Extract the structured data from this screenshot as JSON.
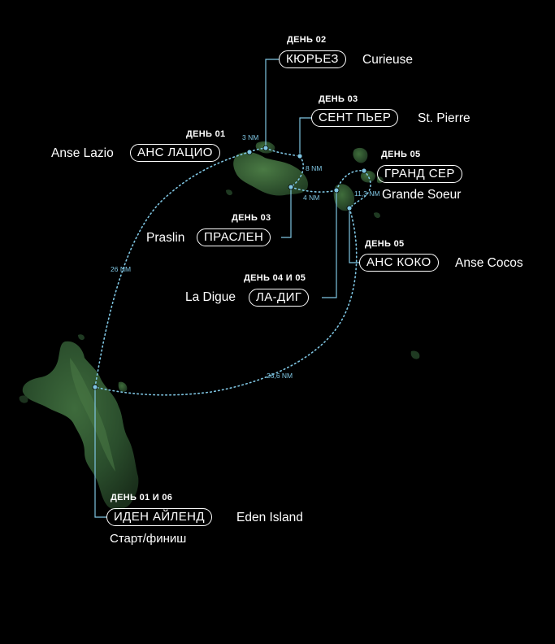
{
  "colors": {
    "background": "#000000",
    "route": "#7fc6e3",
    "pill_border": "#ffffff",
    "text": "#ffffff",
    "island_green": "#2f5a35"
  },
  "stops": {
    "anse_lazio": {
      "day": "ДЕНЬ 01",
      "name_ru": "АНС ЛАЦИО",
      "name_en": "Anse Lazio"
    },
    "curieuse": {
      "day": "ДЕНЬ 02",
      "name_ru": "КЮРЬЕЗ",
      "name_en": "Curieuse"
    },
    "st_pierre": {
      "day": "ДЕНЬ 03",
      "name_ru": "СЕНТ ПЬЕР",
      "name_en": "St. Pierre"
    },
    "praslin": {
      "day": "ДЕНЬ 03",
      "name_ru": "ПРАСЛЕН",
      "name_en": "Praslin"
    },
    "grande_soeur": {
      "day": "ДЕНЬ 05",
      "name_ru": "ГРАНД СЕР",
      "name_en": "Grande Soeur"
    },
    "anse_cocos": {
      "day": "ДЕНЬ 05",
      "name_ru": "АНС КОКО",
      "name_en": "Anse Cocos"
    },
    "la_digue": {
      "day": "ДЕНЬ 04 И 05",
      "name_ru": "ЛА-ДИГ",
      "name_en": "La Digue"
    },
    "eden_island": {
      "day": "ДЕНЬ 01 И 06",
      "name_ru": "ИДЕН АЙЛЕНД",
      "name_en": "Eden Island",
      "note": "Старт/финиш"
    }
  },
  "distances": {
    "lazio_curieuse": "3 NM",
    "curieuse_stpierre": "8 NM",
    "praslin_ladigue": "4 NM",
    "ladigue_grandesoeur": "11,3 NM",
    "eden_lazio": "26 NM",
    "eden_ladigue": "26,6 NM"
  }
}
